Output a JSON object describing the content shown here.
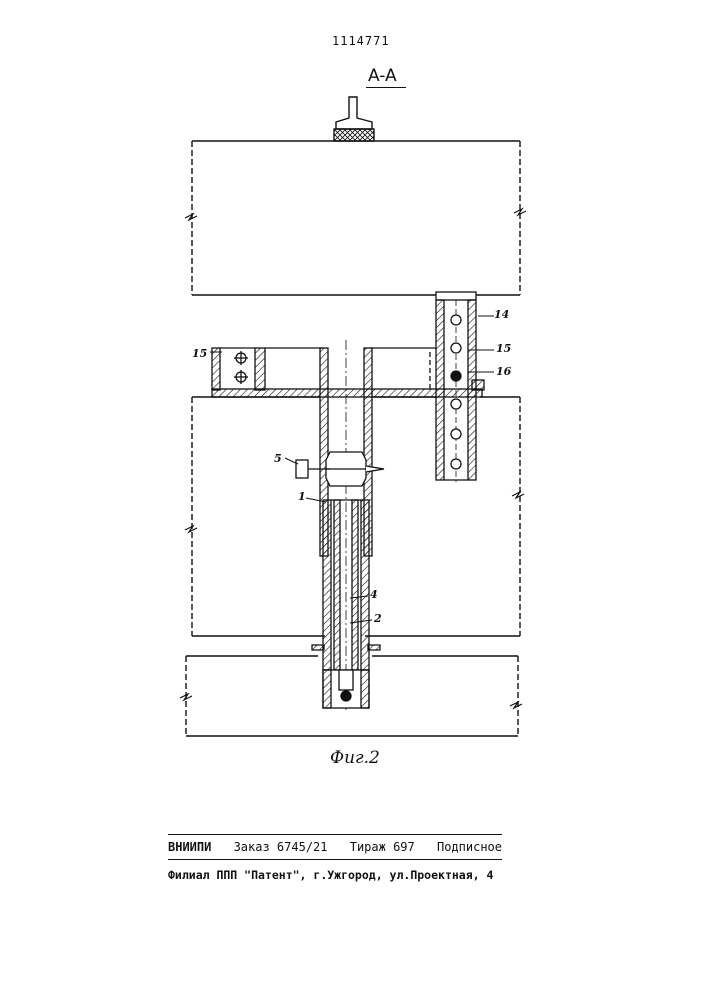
{
  "header": {
    "patent_number": "1114771",
    "section_label": "A-A"
  },
  "figure": {
    "caption": "Фиг.2",
    "part_labels": {
      "p1": "1",
      "p2": "2",
      "p4": "4",
      "p5": "5",
      "p14": "14",
      "p15_left": "15",
      "p15_right": "15",
      "p16": "16"
    }
  },
  "imprint": {
    "org": "ВНИИПИ",
    "order": "Заказ 6745/21",
    "circulation": "Тираж 697",
    "subscription": "Подписное",
    "branch": "Филиал ППП \"Патент\", г.Ужгород, ул.Проектная, 4"
  }
}
